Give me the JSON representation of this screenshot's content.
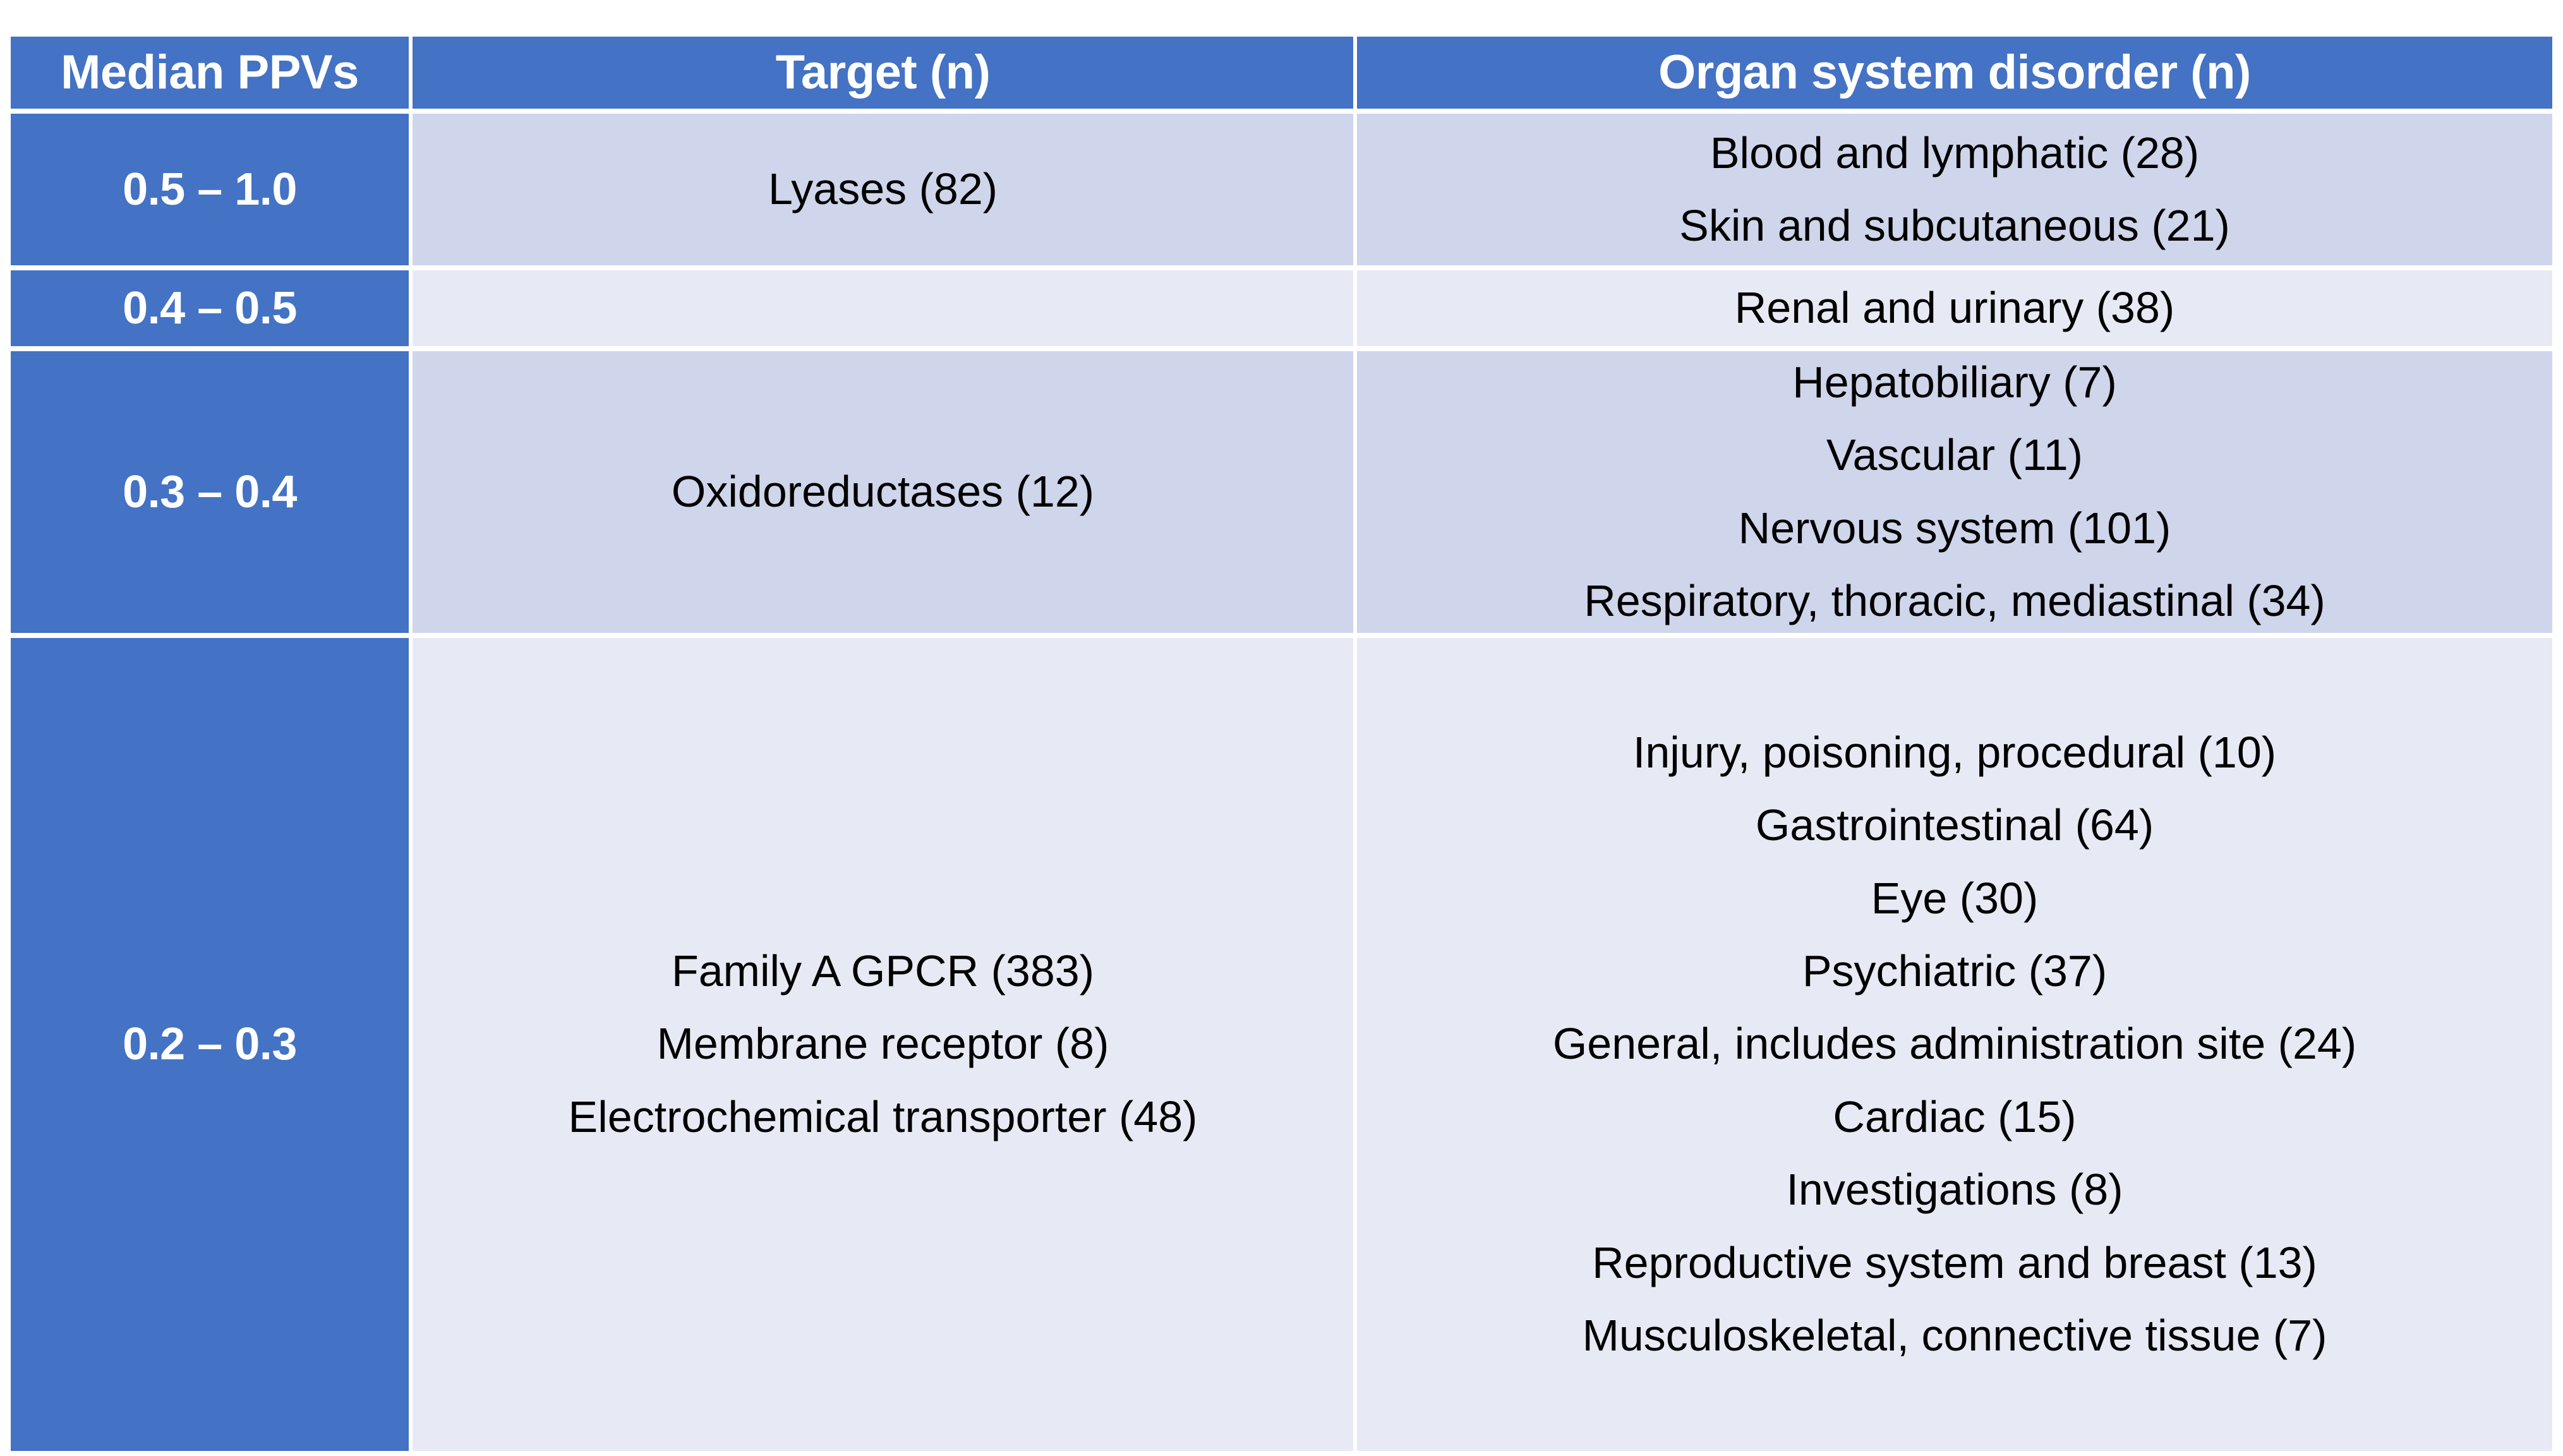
{
  "table": {
    "headers": [
      "Median PPVs",
      "Target (n)",
      "Organ system disorder (n)"
    ],
    "colors": {
      "header_blue": "#4472C4",
      "first_column_blue": "#4472C4",
      "header_text": "#FFFFFF",
      "band_dark": "#CFD5EA",
      "band_light": "#E7EAF4",
      "body_text": "#000000",
      "gridline": "#FFFFFF"
    },
    "rows": [
      {
        "ppv": "0.5 – 1.0",
        "band": "dark",
        "targets": [
          "Lyases (82)"
        ],
        "disorders": [
          "Blood and lymphatic (28)",
          "Skin and subcutaneous (21)"
        ]
      },
      {
        "ppv": "0.4 – 0.5",
        "band": "light",
        "targets": [],
        "disorders": [
          "Renal and urinary (38)"
        ]
      },
      {
        "ppv": "0.3 – 0.4",
        "band": "dark",
        "targets": [
          "Oxidoreductases (12)"
        ],
        "disorders": [
          "Hepatobiliary (7)",
          "Vascular (11)",
          "Nervous system (101)",
          "Respiratory, thoracic, mediastinal (34)"
        ]
      },
      {
        "ppv": "0.2 – 0.3",
        "band": "light",
        "targets": [
          "Family A GPCR (383)",
          "Membrane receptor (8)",
          "Electrochemical transporter (48)"
        ],
        "disorders": [
          "Injury, poisoning, procedural (10)",
          "Gastrointestinal (64)",
          "Eye (30)",
          "Psychiatric (37)",
          "General, includes administration site (24)",
          "Cardiac (15)",
          "Investigations (8)",
          "Reproductive system and breast (13)",
          "Musculoskeletal, connective tissue (7)"
        ]
      }
    ]
  }
}
